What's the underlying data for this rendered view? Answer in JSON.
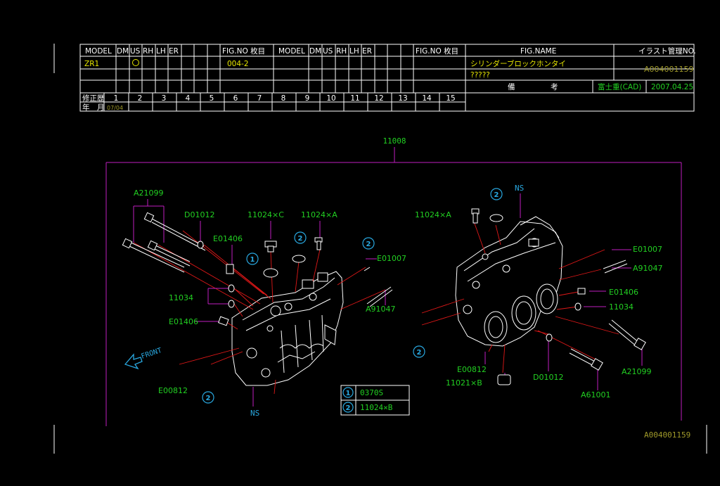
{
  "header": {
    "model_label": "MODEL",
    "dm": "DM",
    "us": "US",
    "rh": "RH",
    "lh": "LH",
    "er": "ER",
    "fig_no_label": "FIG.NO 枚目",
    "model_label_2": "MODEL",
    "dm_2": "DM",
    "us_2": "US",
    "rh_2": "RH",
    "lh_2": "LH",
    "er_2": "ER",
    "fig_no_label_2": "FIG.NO 枚目",
    "fig_name_label": "FIG.NAME",
    "illust_no_label": "イラスト管理NO.",
    "model_value": "ZR1",
    "fig_no_value": "004-2",
    "fig_name_value_1": "シリンダーブロックホンタイ",
    "fig_name_value_2": "?????",
    "illust_no_value": "A004001159",
    "remarks_label_1": "備",
    "remarks_label_2": "考",
    "maker": "富士重(CAD)",
    "date": "2007.04.25",
    "revision_label": "修正歴",
    "year_month_label": "年　月",
    "revision_date": "07/04",
    "revision_numbers": [
      "1",
      "2",
      "3",
      "4",
      "5",
      "6",
      "7",
      "8",
      "9",
      "10",
      "11",
      "12",
      "13",
      "14",
      "15"
    ]
  },
  "diagram": {
    "assembly_no": "11008",
    "left_labels": {
      "a21099": "A21099",
      "d01012": "D01012",
      "p11024c": "11024×C",
      "p11024a": "11024×A",
      "e01406_top": "E01406",
      "e01007": "E01007",
      "p11034": "11034",
      "a91047": "A91047",
      "e01406_bottom": "E01406",
      "e00812": "E00812",
      "ns": "NS",
      "front": "FRONT"
    },
    "right_labels": {
      "p11024a": "11024×A",
      "ns": "NS",
      "e01007": "E01007",
      "a91047": "A91047",
      "e01406": "E01406",
      "p11034": "11034",
      "a21099": "A21099",
      "e00812": "E00812",
      "p11021b": "11021×B",
      "d01012": "D01012",
      "a61001": "A61001"
    },
    "callout_1": "1",
    "callout_2": "2",
    "legend": [
      {
        "num": "1",
        "part": "0370S"
      },
      {
        "num": "2",
        "part": "11024×B"
      }
    ],
    "footer_code": "A004001159"
  },
  "colors": {
    "table": "#ffffff",
    "yellow": "#e6e600",
    "green": "#22d022",
    "olive": "#a09a2a",
    "magenta": "#c01ec0",
    "red": "#e01818",
    "cyan": "#29a8e0",
    "part": "#ffffff"
  }
}
